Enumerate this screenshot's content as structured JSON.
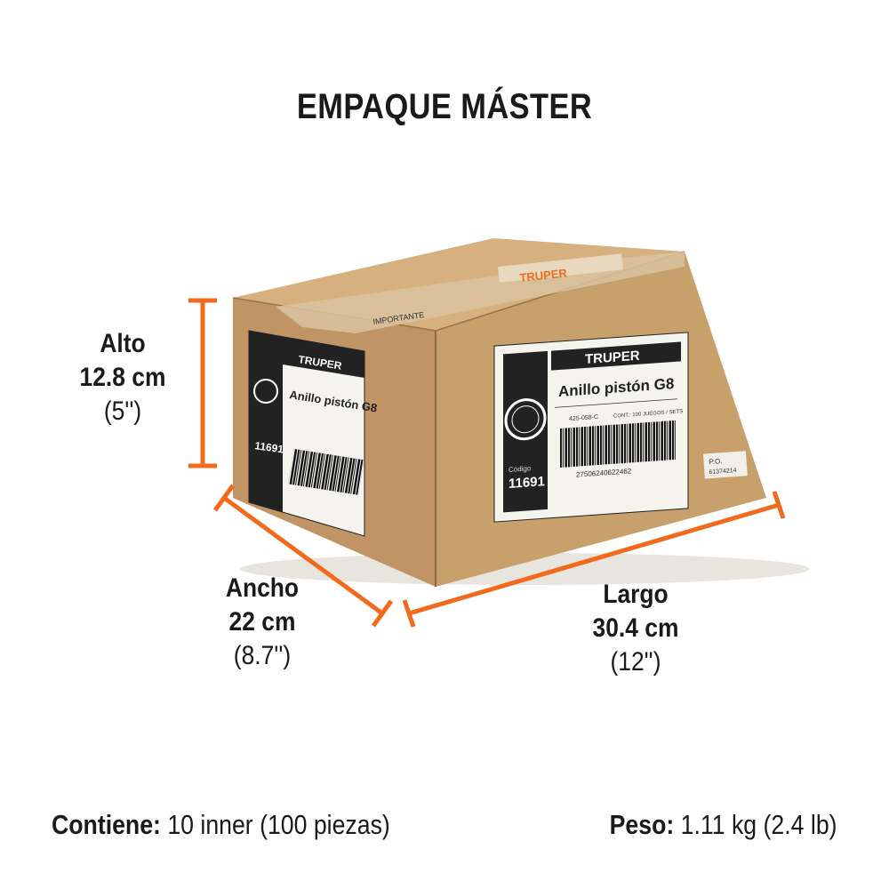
{
  "title": "EMPAQUE MÁSTER",
  "colors": {
    "accent": "#f26a1b",
    "cardboard": "#c9a06c",
    "cardboard_dark": "#a57c4c",
    "text": "#1a1a1a"
  },
  "dimensions": {
    "alto": {
      "label": "Alto",
      "metric": "12.8 cm",
      "imperial": "(5'')"
    },
    "ancho": {
      "label": "Ancho",
      "metric": "22 cm",
      "imperial": "(8.7'')"
    },
    "largo": {
      "label": "Largo",
      "metric": "30.4 cm",
      "imperial": "(12'')"
    }
  },
  "box": {
    "brand": "TRUPER",
    "product": "Anillo pistón G8",
    "code_label": "Código",
    "code": "11691",
    "model": "425-058-C",
    "contents": "CONT.: 100 JUEGOS / SETS",
    "barcode_number": "27506240622462",
    "po_label": "P.O.",
    "po_number": "61374214",
    "tape_text": "IMPORTANTE"
  },
  "footer": {
    "contiene_label": "Contiene:",
    "contiene_value": " 10 inner (100 piezas)",
    "peso_label": "Peso:",
    "peso_value": " 1.11 kg (2.4 lb)"
  }
}
